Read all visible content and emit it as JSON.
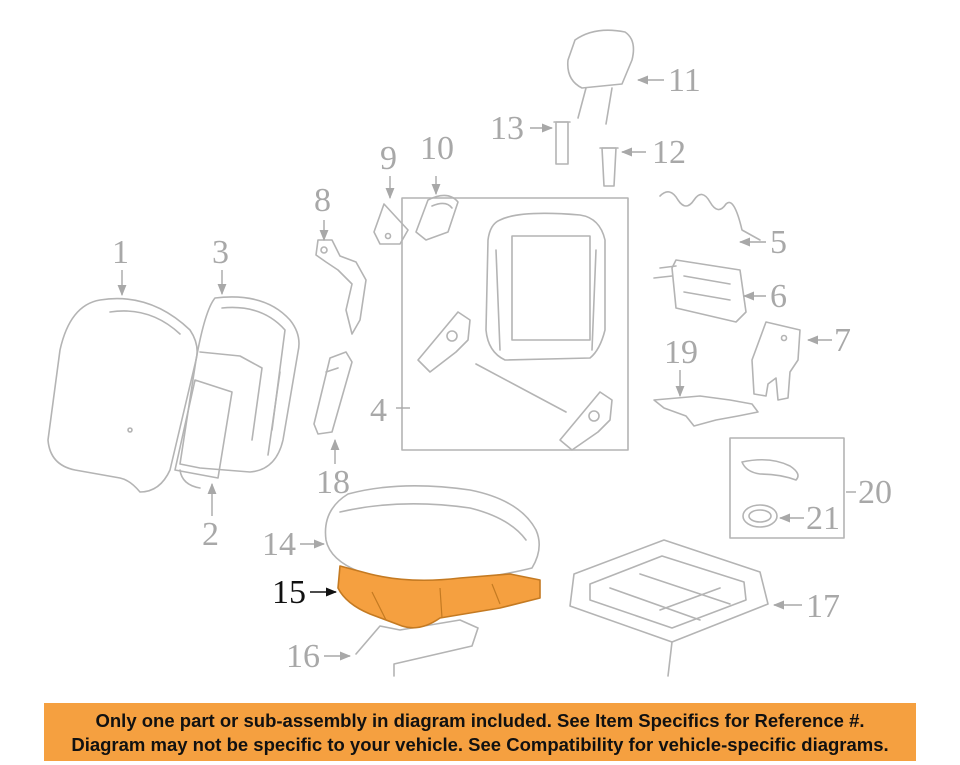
{
  "diagram": {
    "callouts": [
      {
        "id": "1",
        "label": "1"
      },
      {
        "id": "2",
        "label": "2"
      },
      {
        "id": "3",
        "label": "3"
      },
      {
        "id": "4",
        "label": "4"
      },
      {
        "id": "5",
        "label": "5"
      },
      {
        "id": "6",
        "label": "6"
      },
      {
        "id": "7",
        "label": "7"
      },
      {
        "id": "8",
        "label": "8"
      },
      {
        "id": "9",
        "label": "9"
      },
      {
        "id": "10",
        "label": "10"
      },
      {
        "id": "11",
        "label": "11"
      },
      {
        "id": "12",
        "label": "12"
      },
      {
        "id": "13",
        "label": "13"
      },
      {
        "id": "14",
        "label": "14"
      },
      {
        "id": "15",
        "label": "15",
        "highlighted": true
      },
      {
        "id": "16",
        "label": "16"
      },
      {
        "id": "17",
        "label": "17"
      },
      {
        "id": "18",
        "label": "18"
      },
      {
        "id": "19",
        "label": "19"
      },
      {
        "id": "20",
        "label": "20"
      },
      {
        "id": "21",
        "label": "21"
      }
    ],
    "colors": {
      "line": "#b4b4b4",
      "highlight_fill": "#f5a040",
      "highlight_stroke": "#c47a22",
      "banner": "#f5a040"
    }
  },
  "banner": {
    "line1": "Only one part or sub-assembly in diagram included. See Item Specifics for Reference #.",
    "line2": "Diagram may not be specific to your vehicle. See Compatibility for vehicle-specific diagrams."
  }
}
